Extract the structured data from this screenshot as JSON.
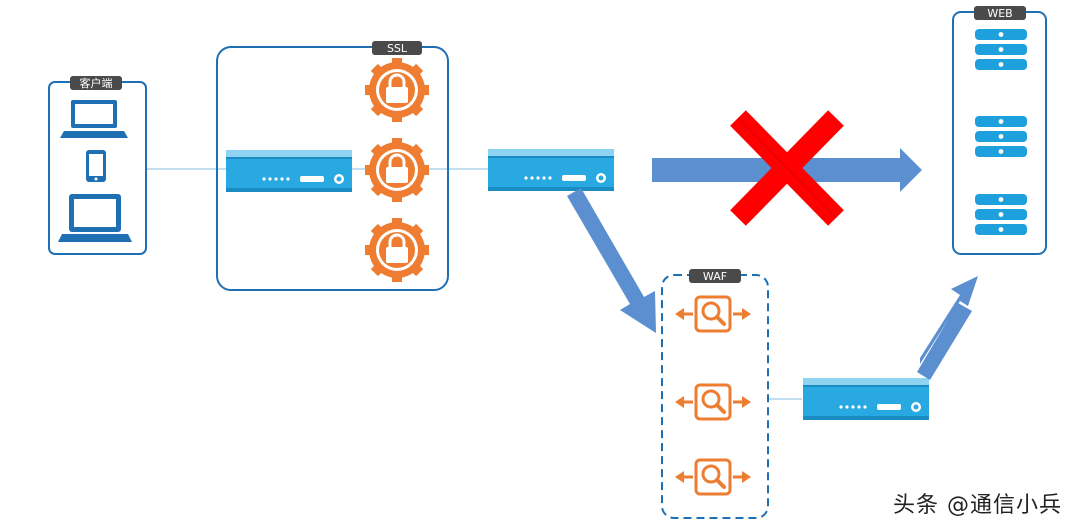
{
  "groups": {
    "client": {
      "label": "客户端"
    },
    "ssl": {
      "label": "SSL"
    },
    "waf": {
      "label": "WAF"
    },
    "web": {
      "label": "WEB"
    }
  },
  "watermark": {
    "text": "头条 @通信小兵"
  },
  "colors": {
    "box_border": "#1f6fb5",
    "label_bg": "#4a4a4a",
    "device_blue": "#29a9e1",
    "device_dark": "#1a8cc2",
    "orange": "#ee7d32",
    "arrow_blue": "#5b8fcf",
    "cross_red": "#ff0000",
    "server_blue": "#1ea0dc"
  },
  "icons": {
    "client": [
      "laptop-icon",
      "phone-icon",
      "desktop-icon"
    ],
    "ssl": [
      "lock-gear-icon",
      "lock-gear-icon",
      "lock-gear-icon"
    ],
    "waf": [
      "inspect-icon",
      "inspect-icon",
      "inspect-icon"
    ],
    "web": [
      "server-stack-icon",
      "server-stack-icon",
      "server-stack-icon"
    ]
  }
}
